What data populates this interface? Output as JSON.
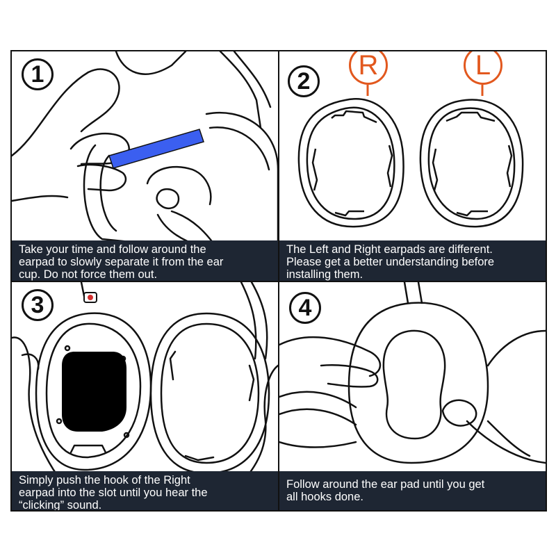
{
  "steps": [
    {
      "number": "1",
      "caption": [
        "Take your time and follow around the",
        "earpad to slowly separate it from the ear",
        "cup. Do not force them out."
      ]
    },
    {
      "number": "2",
      "caption": [
        "The Left and Right earpads are different.",
        "Please get a better understanding before",
        "installing them."
      ],
      "side_labels": {
        "right": "R",
        "left": "L"
      }
    },
    {
      "number": "3",
      "caption": [
        "Simply push the hook of the Right",
        "earpad into the slot until you hear the",
        "“clicking” sound."
      ]
    },
    {
      "number": "4",
      "caption": [
        "Follow around the ear pad until you get",
        "all hooks done."
      ]
    }
  ],
  "colors": {
    "caption_background": "#1e2633",
    "caption_text": "#ffffff",
    "tool_blue": "#3b5ff0",
    "side_label_orange": "#e2581e",
    "indicator_red": "#d32f2f",
    "line_art": "#111111"
  }
}
